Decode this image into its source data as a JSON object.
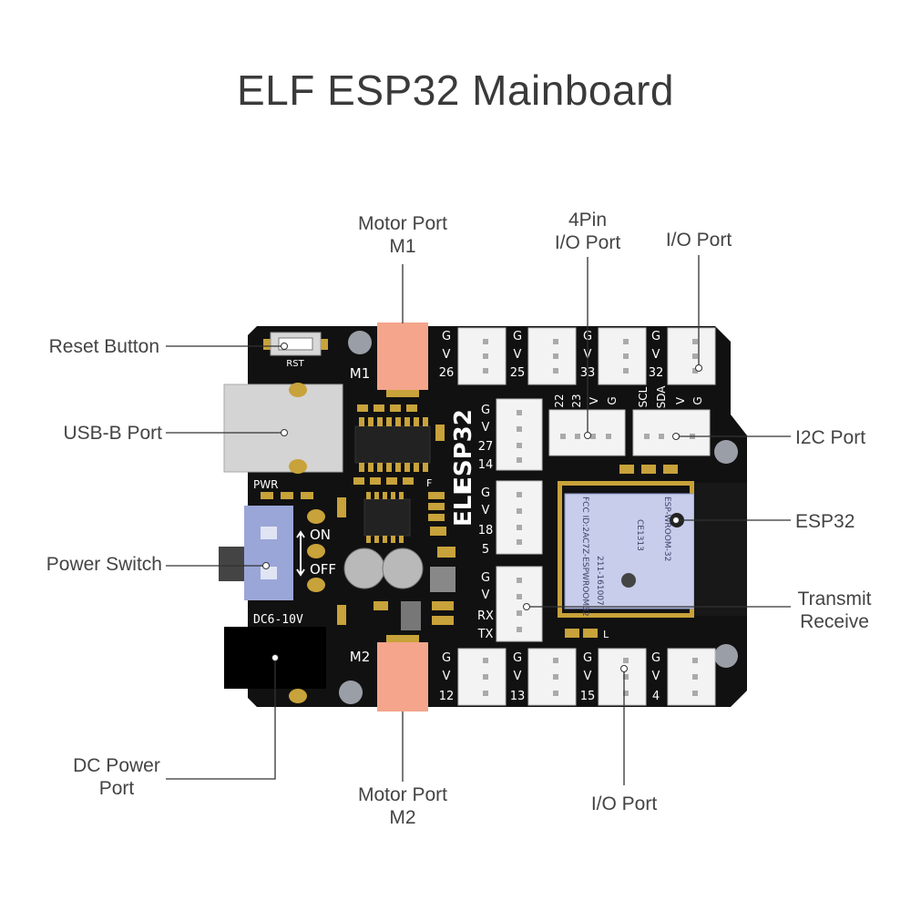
{
  "title": "ELF ESP32 Mainboard",
  "callouts": {
    "motor_m1": [
      "Motor Port",
      "M1"
    ],
    "pin4_io": [
      "4Pin",
      "I/O Port"
    ],
    "io_top": "I/O Port",
    "reset": "Reset Button",
    "usb": "USB-B Port",
    "i2c": "I2C Port",
    "esp32": "ESP32",
    "power_switch": "Power Switch",
    "txrx": [
      "Transmit",
      "Receive"
    ],
    "dc_power": [
      "DC Power",
      "Port"
    ],
    "motor_m2": [
      "Motor Port",
      "M2"
    ],
    "io_bottom": "I/O Port"
  },
  "silkscreen": {
    "brand_top": "ESP32",
    "brand_bottom": "ELF",
    "rst": "RST",
    "pwr": "PWR",
    "on": "ON",
    "off": "OFF",
    "dc": "DC6-10V",
    "m1": "M1",
    "m2": "M2",
    "f": "F",
    "l": "L",
    "top_ports": [
      {
        "g": "G",
        "v": "V",
        "pin": "26"
      },
      {
        "g": "G",
        "v": "V",
        "pin": "25"
      },
      {
        "g": "G",
        "v": "V",
        "pin": "33"
      },
      {
        "g": "G",
        "v": "V",
        "pin": "32"
      }
    ],
    "left_ports": [
      {
        "g": "G",
        "v": "V",
        "pin": "27",
        "pin2": "14"
      },
      {
        "g": "G",
        "v": "V",
        "pin": "18",
        "pin2": "5"
      },
      {
        "g": "G",
        "v": "V",
        "pin": "RX",
        "pin2": "TX"
      }
    ],
    "pin4_header": [
      "22",
      "23",
      "V",
      "G"
    ],
    "i2c_header": [
      "SCL",
      "SDA",
      "V",
      "G"
    ],
    "bottom_ports": [
      {
        "g": "G",
        "v": "V",
        "pin": "12"
      },
      {
        "g": "G",
        "v": "V",
        "pin": "13"
      },
      {
        "g": "G",
        "v": "V",
        "pin": "15"
      },
      {
        "g": "G",
        "v": "V",
        "pin": "4"
      }
    ],
    "module_lines": [
      "ESP-WROOM-32",
      "FCC ID:2AC7Z-ESPWROOM32",
      "211-161007",
      "CE1313"
    ]
  },
  "colors": {
    "board": "#111111",
    "silk": "#ffffff",
    "motor_port": "#f4a58c",
    "connector": "#f3f3f3",
    "gold": "#c8a23a",
    "module": "#c7cdea",
    "switch": "#9aa6d8",
    "leader": "#333333"
  }
}
